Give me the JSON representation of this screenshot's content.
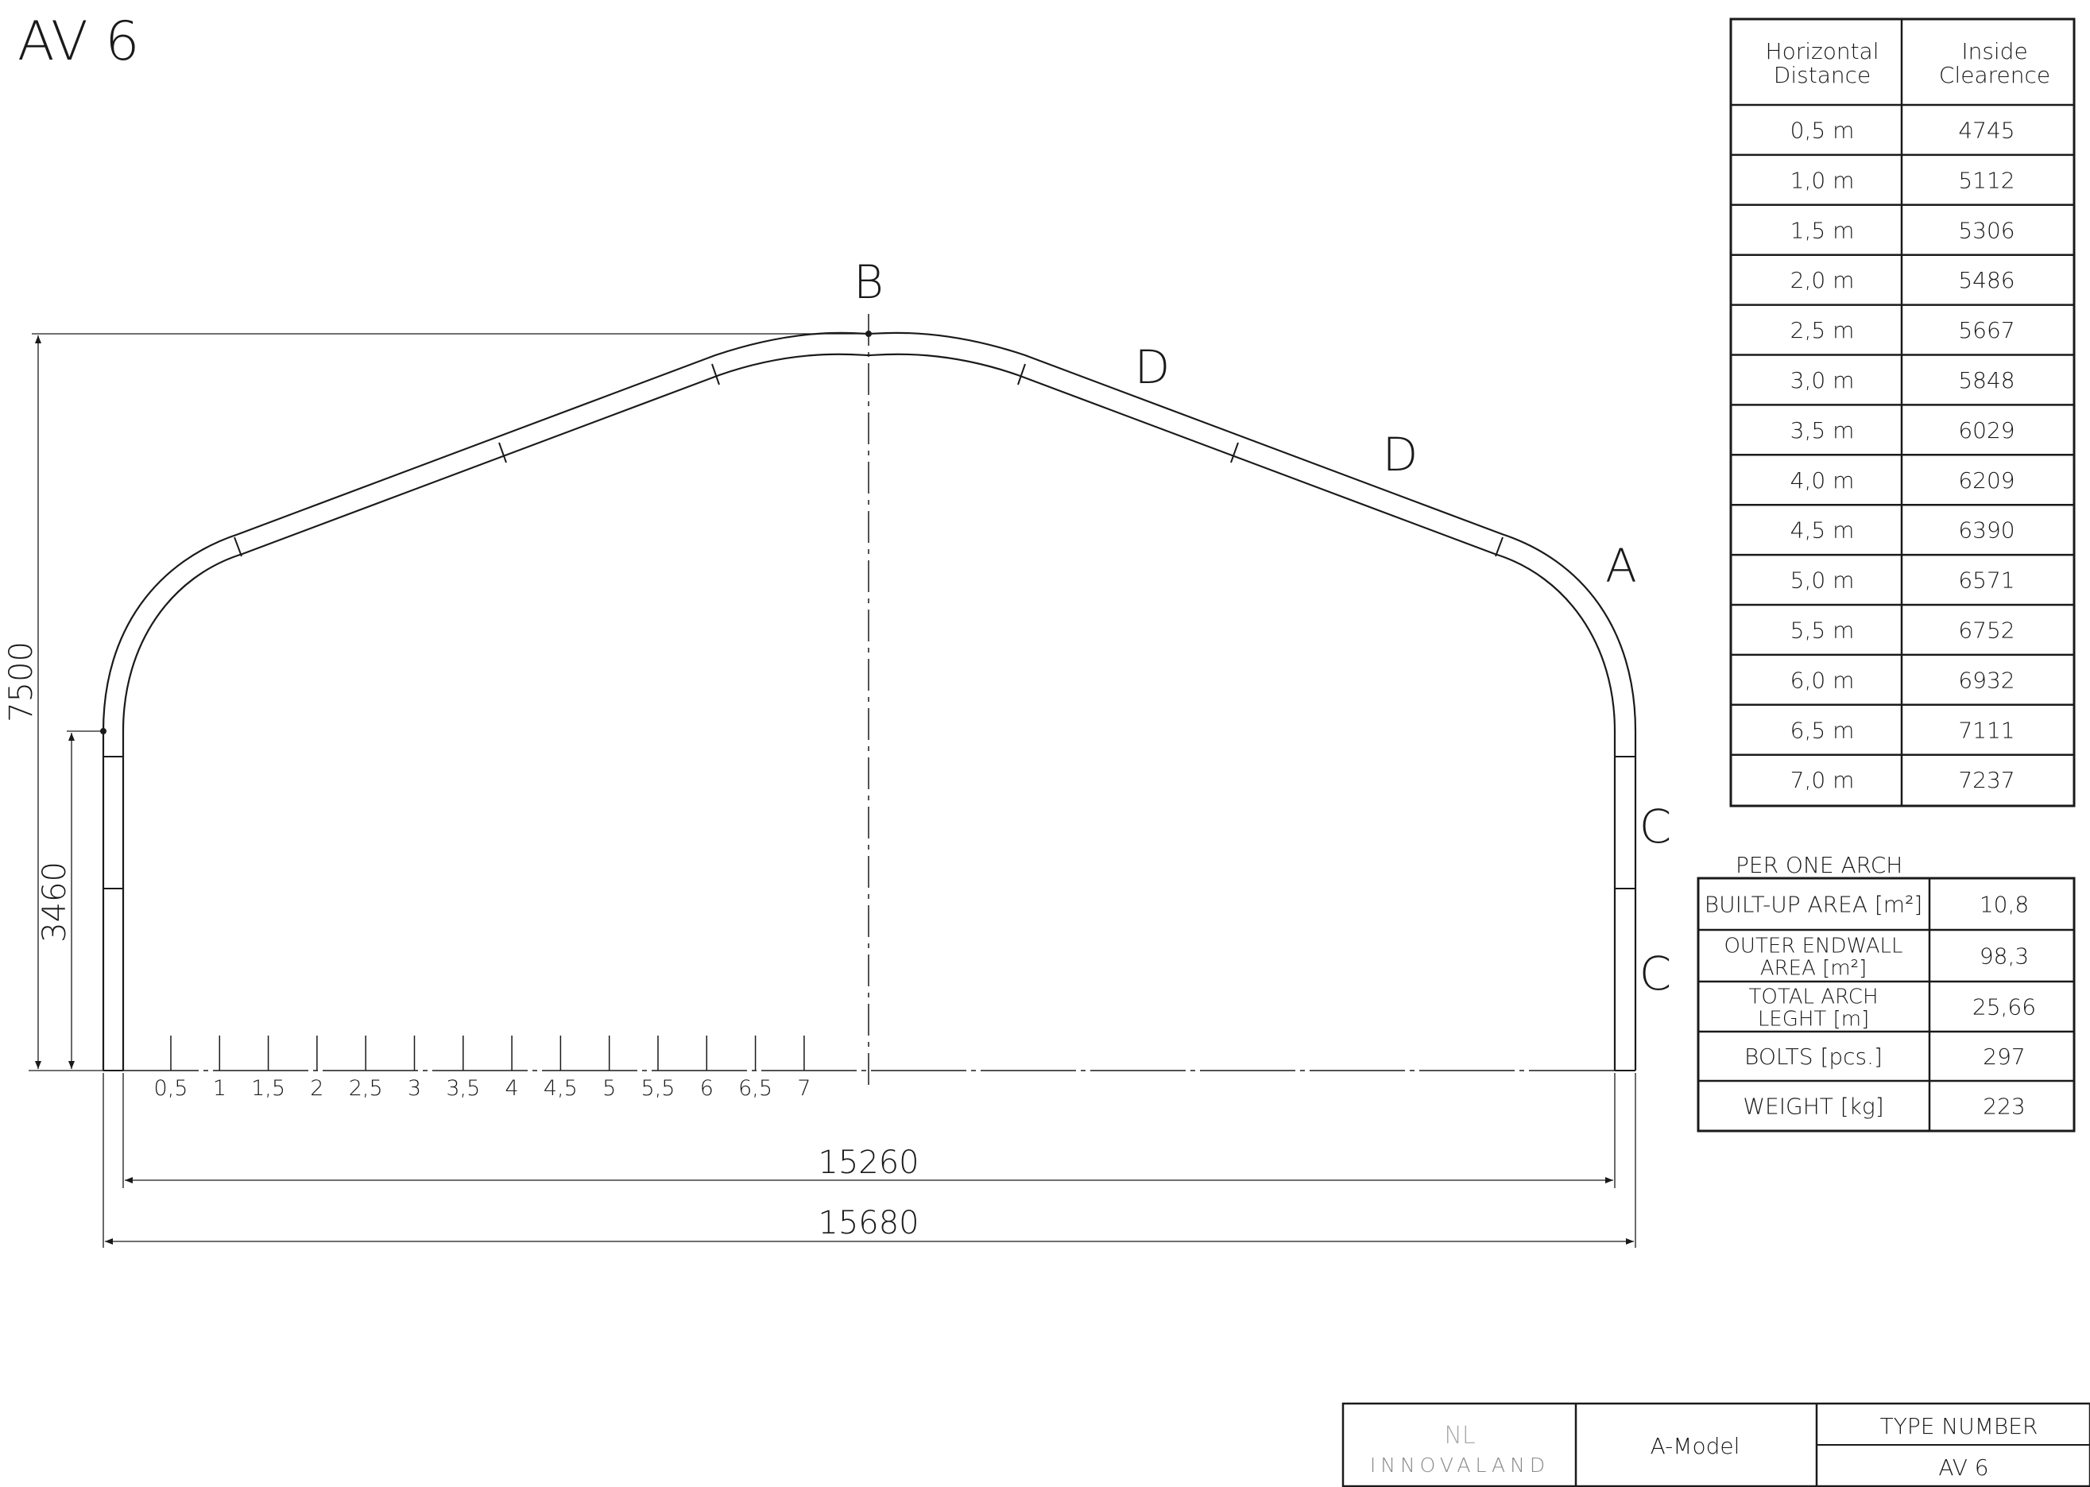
{
  "title": "AV 6",
  "segment_labels": {
    "top": "B",
    "slope_upper": "D",
    "slope_lower": "D",
    "shoulder": "A",
    "wall_upper": "C",
    "wall_lower": "C"
  },
  "dimensions": {
    "total_height": "7500",
    "wall_height": "3460",
    "inner_width": "15260",
    "outer_width": "15680"
  },
  "ground_ticks": [
    "0,5",
    "1",
    "1,5",
    "2",
    "2,5",
    "3",
    "3,5",
    "4",
    "4,5",
    "5",
    "5,5",
    "6",
    "6,5",
    "7"
  ],
  "clearance_table": {
    "headers": [
      [
        "Horizontal",
        "Distance"
      ],
      [
        "Inside",
        "Clearence"
      ]
    ],
    "rows": [
      [
        "0,5 m",
        "4745"
      ],
      [
        "1,0 m",
        "5112"
      ],
      [
        "1,5 m",
        "5306"
      ],
      [
        "2,0 m",
        "5486"
      ],
      [
        "2,5 m",
        "5667"
      ],
      [
        "3,0 m",
        "5848"
      ],
      [
        "3,5 m",
        "6029"
      ],
      [
        "4,0 m",
        "6209"
      ],
      [
        "4,5 m",
        "6390"
      ],
      [
        "5,0 m",
        "6571"
      ],
      [
        "5,5 m",
        "6752"
      ],
      [
        "6,0 m",
        "6932"
      ],
      [
        "6,5 m",
        "7111"
      ],
      [
        "7,0 m",
        "7237"
      ]
    ]
  },
  "arch_table": {
    "caption": "PER ONE ARCH",
    "rows": [
      [
        [
          "BUILT-UP AREA [m²]"
        ],
        "10,8"
      ],
      [
        [
          "OUTER ENDWALL",
          "AREA [m²]"
        ],
        "98,3"
      ],
      [
        [
          "TOTAL ARCH",
          "LEGHT [m]"
        ],
        "25,66"
      ],
      [
        [
          "BOLTS [pcs.]"
        ],
        "297"
      ],
      [
        [
          "WEIGHT [kg]"
        ],
        "223"
      ]
    ]
  },
  "title_block": {
    "logo_mark": "NL",
    "logo_text": "INNOVALAND",
    "model": "A-Model",
    "type_label": "TYPE NUMBER",
    "type_value": "AV 6"
  }
}
